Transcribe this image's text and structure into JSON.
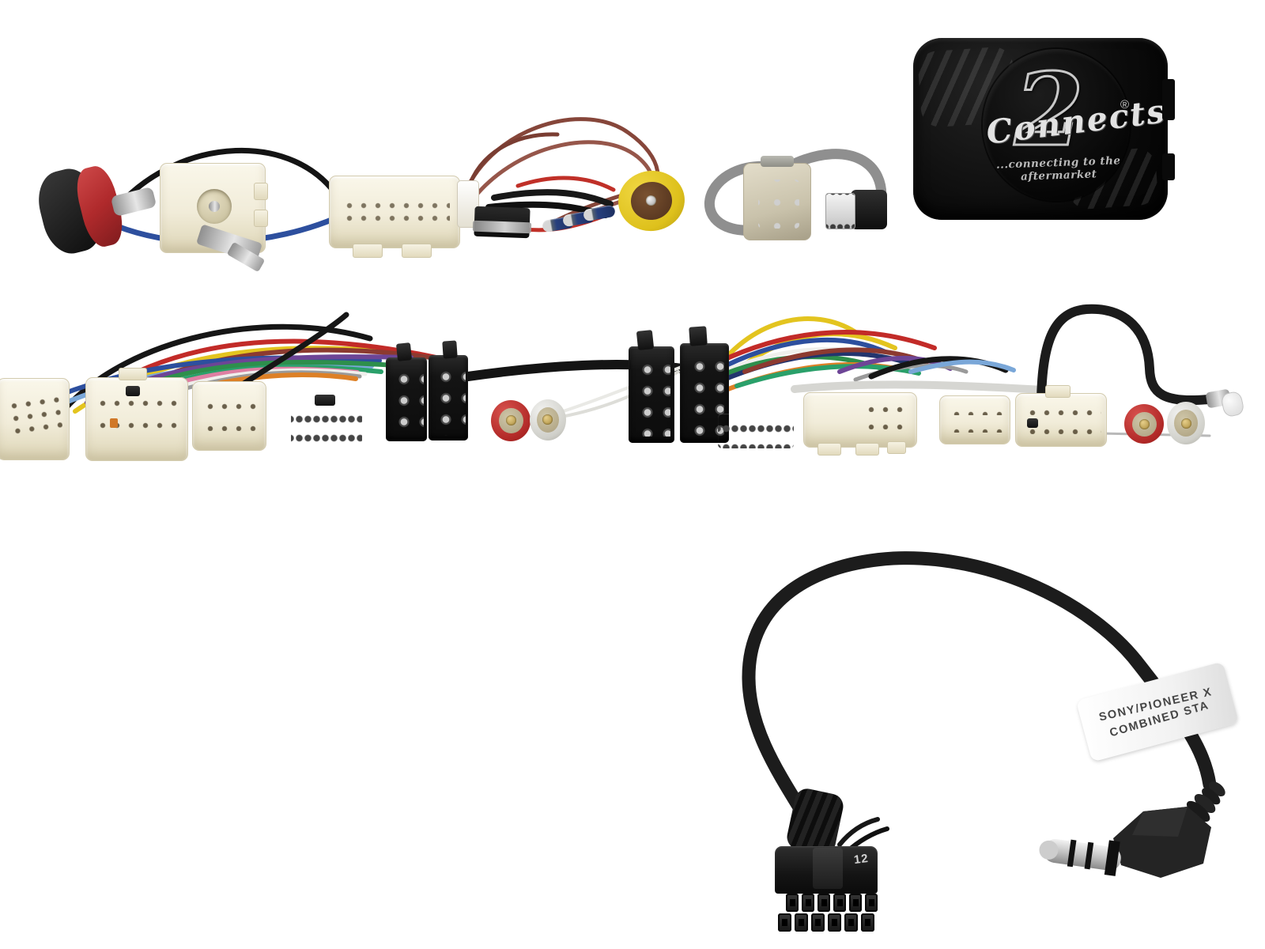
{
  "scene": {
    "type": "product-photo",
    "background_color": "#ffffff",
    "subject": "Connects2 steering wheel control interface kit with antenna adaptor, USB retention lead, ISO wiring harnesses, RCA leads and patch lead"
  },
  "interface_box": {
    "logo_text": "Connects",
    "logo_numeral": "2",
    "registered_mark": "®",
    "tagline": "...connecting to the aftermarket",
    "body_color": "#0b0b0b"
  },
  "patch_lead_label": {
    "line1": "SONY/PIONEER X",
    "line2": "COMBINED STA",
    "label_color": "#f5f5f5",
    "text_color": "#454545"
  },
  "molex_connector": {
    "pin_marking": "12"
  },
  "colors": {
    "cream_connector": "#f1ecd9",
    "black_plastic": "#141414",
    "rca_red": "#b02826",
    "rca_white": "#dcdcd6",
    "rca_yellow": "#dec11c",
    "antenna_ring_red": "#b02a2c",
    "bullet_blue": "#273f7d",
    "usb_cable_gray": "#8f8f8f",
    "cable_black": "#1c1c1c",
    "wire_yellow": "#e3c41f",
    "wire_red": "#c22b28",
    "wire_blue": "#2d4f9e",
    "wire_skyblue": "#7aa7d8",
    "wire_purple": "#6d4596",
    "wire_green": "#2e8f4c",
    "wire_teal": "#2aa06a",
    "wire_pink": "#de7fa2",
    "wire_white": "#efefec",
    "wire_gray": "#9a9a9a",
    "wire_orange": "#dd8026",
    "wire_maroon": "#8c3a30",
    "wire_brown": "#86463a"
  }
}
